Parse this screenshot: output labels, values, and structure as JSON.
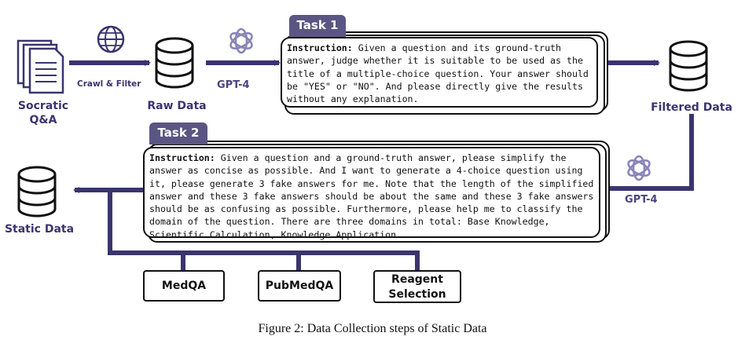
{
  "nodes": {
    "socratic": "Socratic\nQ&A",
    "raw_data": "Raw Data",
    "filtered_data": "Filtered Data",
    "static_data": "Static Data"
  },
  "edges": {
    "crawl_filter": "Crawl & Filter",
    "gpt4_a": "GPT-4",
    "gpt4_b": "GPT-4"
  },
  "task1": {
    "tab": "Task 1",
    "instruction_label": "Instruction:",
    "instruction_text": " Given a question and its ground-truth answer, judge whether it is suitable to be used as the title of a multiple-choice question. Your answer should be \"YES\" or \"NO\". And please directly give the results without any explanation."
  },
  "task2": {
    "tab": "Task 2",
    "instruction_label": "Instruction:",
    "instruction_text": " Given a question and a ground-truth answer, please simplify the answer as concise as possible. And I want to generate a 4-choice question using it, please generate 3 fake answers for me. Note that the length of the simplified answer and these 3 fake answers should be about the same and these 3 fake answers should be as confusing as possible. Furthermore, please help me to classify the domain of the question. There are three domains in total: Base Knowledge, Scientific Calculation, Knowledge Application."
  },
  "sources": {
    "medqa": "MedQA",
    "pubmedqa": "PubMedQA",
    "reagent": "Reagent\nSelection"
  },
  "caption": "Figure 2: Data Collection steps of Static Data",
  "colors": {
    "arrow": "#3a3470",
    "tab": "#5b5583"
  }
}
